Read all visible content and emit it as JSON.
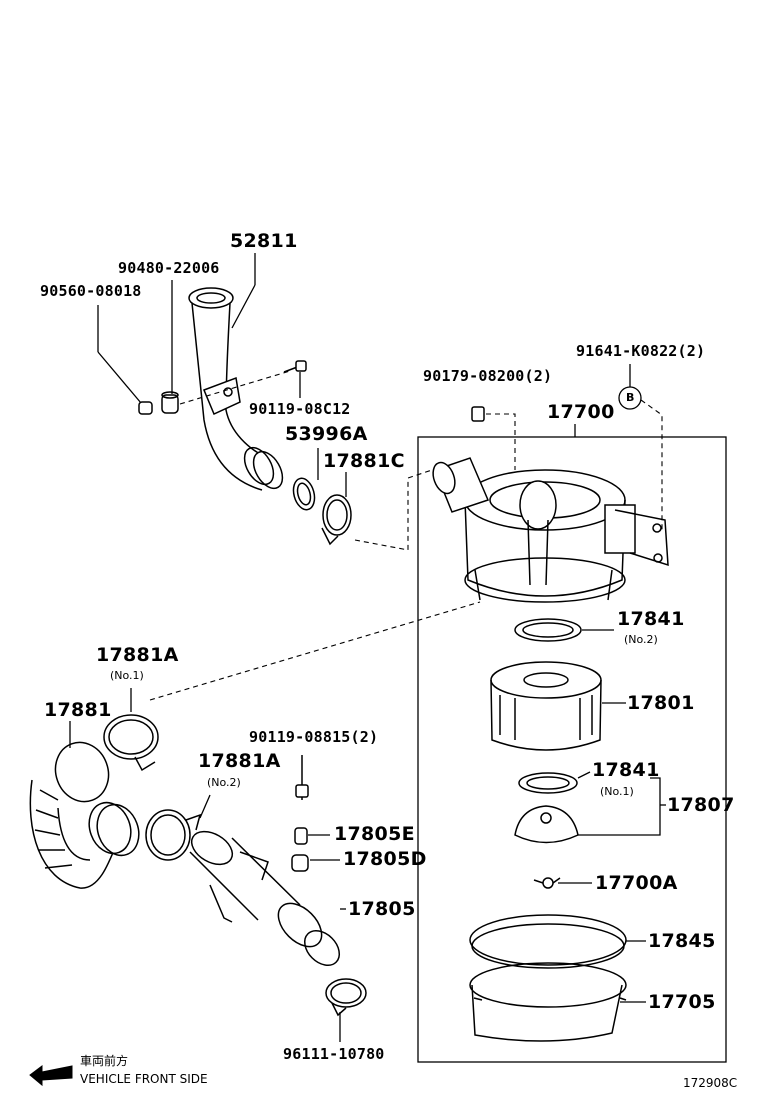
{
  "labels": {
    "p52811": "52811",
    "p90480": "90480-22006",
    "p90560": "90560-08018",
    "p91641": "91641-K0822(2)",
    "p90179": "90179-08200(2)",
    "p90119c": "90119-08C12",
    "p53996a": "53996A",
    "p17881c": "17881C",
    "p17700": "17700",
    "p17841a": "17841",
    "p17841a_note": "(No.2)",
    "p17801": "17801",
    "p17881a1": "17881A",
    "p17881a1_note": "(No.1)",
    "p17881": "17881",
    "p90119b": "90119-08815(2)",
    "p17881a2": "17881A",
    "p17881a2_note": "(No.2)",
    "p17841b": "17841",
    "p17841b_note": "(No.1)",
    "p17807": "17807",
    "p17805e": "17805E",
    "p17805d": "17805D",
    "p17700a": "17700A",
    "p17805": "17805",
    "p17845": "17845",
    "p17705": "17705",
    "p96111": "96111-10780",
    "ref_b": "B"
  },
  "footer": {
    "jp_text": "車両前方",
    "en_text": "VEHICLE FRONT SIDE",
    "diagram_code": "172908C"
  }
}
